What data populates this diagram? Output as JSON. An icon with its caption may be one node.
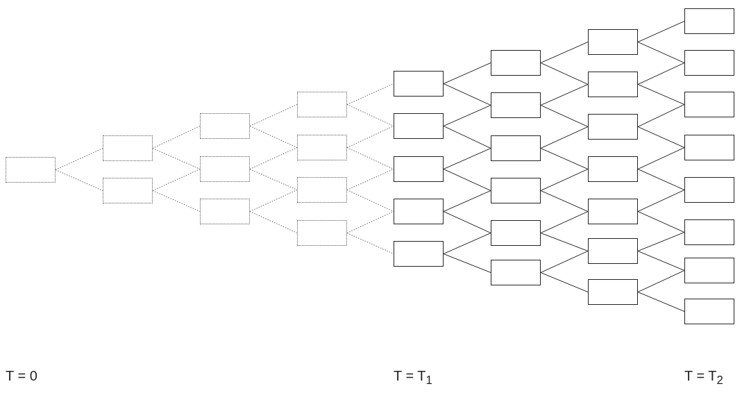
{
  "diagram": {
    "nodes": [
      {
        "text": [],
        "shape": "box"
      },
      {
        "text": [],
        "shape": "box"
      },
      {
        "text": [],
        "shape": "box"
      },
      {
        "text": [],
        "shape": "box"
      },
      {
        "text": [],
        "shape": "box"
      },
      {
        "text": [],
        "shape": "box"
      },
      {
        "text": [],
        "shape": "box"
      },
      {
        "text": [],
        "shape": "box"
      },
      {
        "text": [],
        "shape": "box"
      },
      {
        "text": [],
        "shape": "box"
      },
      {
        "text": [],
        "shape": "box"
      },
      {
        "text": [],
        "shape": "box"
      },
      {
        "text": [],
        "shape": "box"
      },
      {
        "text": [],
        "shape": "box"
      },
      {
        "text": [],
        "shape": "box"
      },
      {
        "text": [],
        "shape": "box"
      },
      {
        "text": [],
        "shape": "box"
      },
      {
        "text": [],
        "shape": "box"
      },
      {
        "text": [],
        "shape": "box"
      },
      {
        "text": [],
        "shape": "box"
      },
      {
        "text": [],
        "shape": "box"
      },
      {
        "text": [],
        "shape": "box"
      },
      {
        "text": [],
        "shape": "box"
      },
      {
        "text": [],
        "shape": "box"
      },
      {
        "text": [],
        "shape": "box"
      },
      {
        "text": [],
        "shape": "box"
      },
      {
        "text": [],
        "shape": "box"
      },
      {
        "text": [],
        "shape": "box"
      },
      {
        "text": [],
        "shape": "box"
      },
      {
        "text": [],
        "shape": "box"
      },
      {
        "text": [],
        "shape": "box"
      },
      {
        "text": [],
        "shape": "box"
      },
      {
        "text": [],
        "shape": "box"
      },
      {
        "text": [],
        "shape": "box"
      },
      {
        "text": [],
        "shape": "box"
      },
      {
        "text": [],
        "shape": "box"
      }
    ],
    "edges": [
      {
        "from": 0,
        "to": 1,
        "arrow": "none",
        "style": "dashed"
      },
      {
        "from": 0,
        "to": 2,
        "arrow": "none",
        "style": "dashed"
      },
      {
        "from": 1,
        "to": 3,
        "arrow": "none",
        "style": "dashed"
      },
      {
        "from": 1,
        "to": 4,
        "arrow": "none",
        "style": "dashed"
      },
      {
        "from": 2,
        "to": 4,
        "arrow": "none",
        "style": "dashed"
      },
      {
        "from": 2,
        "to": 5,
        "arrow": "none",
        "style": "dashed"
      },
      {
        "from": 3,
        "to": 6,
        "arrow": "none",
        "style": "dashed"
      },
      {
        "from": 3,
        "to": 7,
        "arrow": "none",
        "style": "dashed"
      },
      {
        "from": 4,
        "to": 7,
        "arrow": "none",
        "style": "dashed"
      },
      {
        "from": 4,
        "to": 8,
        "arrow": "none",
        "style": "dashed"
      },
      {
        "from": 5,
        "to": 8,
        "arrow": "none",
        "style": "dashed"
      },
      {
        "from": 5,
        "to": 9,
        "arrow": "none",
        "style": "dashed"
      },
      {
        "from": 6,
        "to": 10,
        "arrow": "none",
        "style": "dashed"
      },
      {
        "from": 6,
        "to": 11,
        "arrow": "none",
        "style": "dashed"
      },
      {
        "from": 7,
        "to": 11,
        "arrow": "none",
        "style": "dashed"
      },
      {
        "from": 7,
        "to": 12,
        "arrow": "none",
        "style": "dashed"
      },
      {
        "from": 8,
        "to": 12,
        "arrow": "none",
        "style": "dashed"
      },
      {
        "from": 8,
        "to": 13,
        "arrow": "none",
        "style": "dashed"
      },
      {
        "from": 9,
        "to": 13,
        "arrow": "none",
        "style": "dashed"
      },
      {
        "from": 9,
        "to": 14,
        "arrow": "none",
        "style": "dashed"
      },
      {
        "from": 10,
        "to": 15,
        "arrow": "none"
      },
      {
        "from": 10,
        "to": 16,
        "arrow": "none"
      },
      {
        "from": 11,
        "to": 16,
        "arrow": "none"
      },
      {
        "from": 11,
        "to": 17,
        "arrow": "none"
      },
      {
        "from": 12,
        "to": 17,
        "arrow": "none"
      },
      {
        "from": 12,
        "to": 18,
        "arrow": "none"
      },
      {
        "from": 13,
        "to": 18,
        "arrow": "none"
      },
      {
        "from": 13,
        "to": 19,
        "arrow": "none"
      },
      {
        "from": 14,
        "to": 19,
        "arrow": "none"
      },
      {
        "from": 14,
        "to": 20,
        "arrow": "none"
      },
      {
        "from": 15,
        "to": 21,
        "arrow": "none"
      },
      {
        "from": 15,
        "to": 22,
        "arrow": "none"
      },
      {
        "from": 16,
        "to": 22,
        "arrow": "none"
      },
      {
        "from": 16,
        "to": 23,
        "arrow": "none"
      },
      {
        "from": 17,
        "to": 23,
        "arrow": "none"
      },
      {
        "from": 17,
        "to": 24,
        "arrow": "none"
      },
      {
        "from": 18,
        "to": 24,
        "arrow": "none"
      },
      {
        "from": 18,
        "to": 25,
        "arrow": "none"
      },
      {
        "from": 19,
        "to": 25,
        "arrow": "none"
      },
      {
        "from": 19,
        "to": 26,
        "arrow": "none"
      },
      {
        "from": 20,
        "to": 26,
        "arrow": "none"
      },
      {
        "from": 20,
        "to": 27,
        "arrow": "none"
      },
      {
        "from": 21,
        "to": 28,
        "arrow": "none"
      },
      {
        "from": 21,
        "to": 29,
        "arrow": "none"
      },
      {
        "from": 22,
        "to": 29,
        "arrow": "none"
      },
      {
        "from": 22,
        "to": 30,
        "arrow": "none"
      },
      {
        "from": 23,
        "to": 30,
        "arrow": "none"
      },
      {
        "from": 23,
        "to": 31,
        "arrow": "none"
      },
      {
        "from": 24,
        "to": 31,
        "arrow": "none"
      },
      {
        "from": 24,
        "to": 32,
        "arrow": "none"
      },
      {
        "from": 25,
        "to": 32,
        "arrow": "none"
      },
      {
        "from": 25,
        "to": 33,
        "arrow": "none"
      },
      {
        "from": 26,
        "to": 33,
        "arrow": "none"
      },
      {
        "from": 26,
        "to": 34,
        "arrow": "none"
      },
      {
        "from": 27,
        "to": 34,
        "arrow": "none"
      },
      {
        "from": 27,
        "to": 35,
        "arrow": "none"
      }
    ],
    "labels": [
      "T = 0",
      "T = T$_{1}$",
      "T = T$_{2}$"
    ]
  }
}
